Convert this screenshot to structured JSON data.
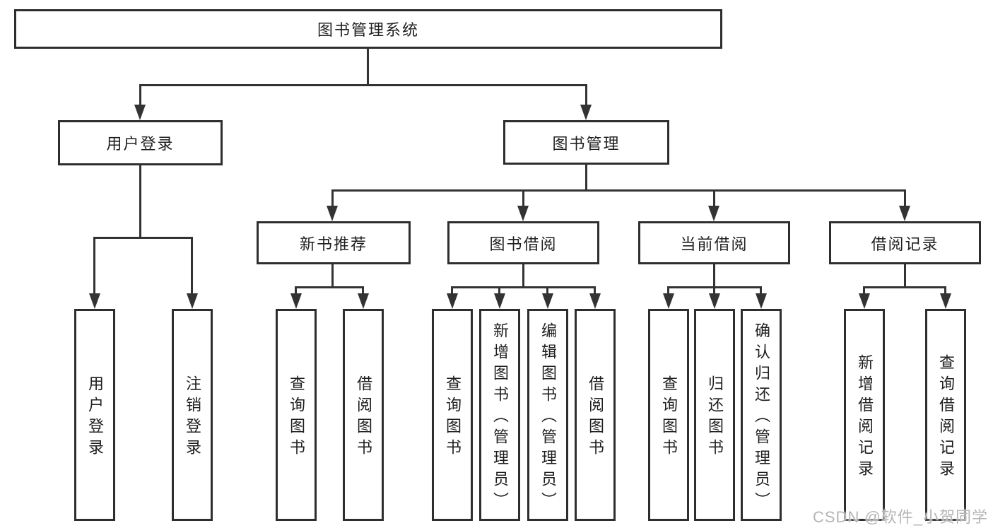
{
  "diagram": {
    "root": {
      "label": "图书管理系统"
    },
    "level2": [
      {
        "label": "用户登录"
      },
      {
        "label": "图书管理"
      }
    ],
    "level3": [
      {
        "label": "新书推荐"
      },
      {
        "label": "图书借阅"
      },
      {
        "label": "当前借阅"
      },
      {
        "label": "借阅记录"
      }
    ],
    "leaves": {
      "user_login": [
        "用户登录",
        "注销登录"
      ],
      "new_book_recommend": [
        "查询图书",
        "借阅图书"
      ],
      "book_borrow": [
        "查询图书",
        "新增图书（管理员）",
        "编辑图书（管理员）",
        "借阅图书"
      ],
      "current_borrow": [
        "查询图书",
        "归还图书",
        "确认归还（管理员）"
      ],
      "borrow_records": [
        "新增借阅记录",
        "查询借阅记录"
      ]
    },
    "watermark": "CSDN @软件_小贺同学",
    "colors": {
      "line": "#333333",
      "box_border": "#2e2e2e",
      "box_background": "#ffffff",
      "text": "#1f1f1f",
      "watermark": "#b5b5b5"
    }
  }
}
